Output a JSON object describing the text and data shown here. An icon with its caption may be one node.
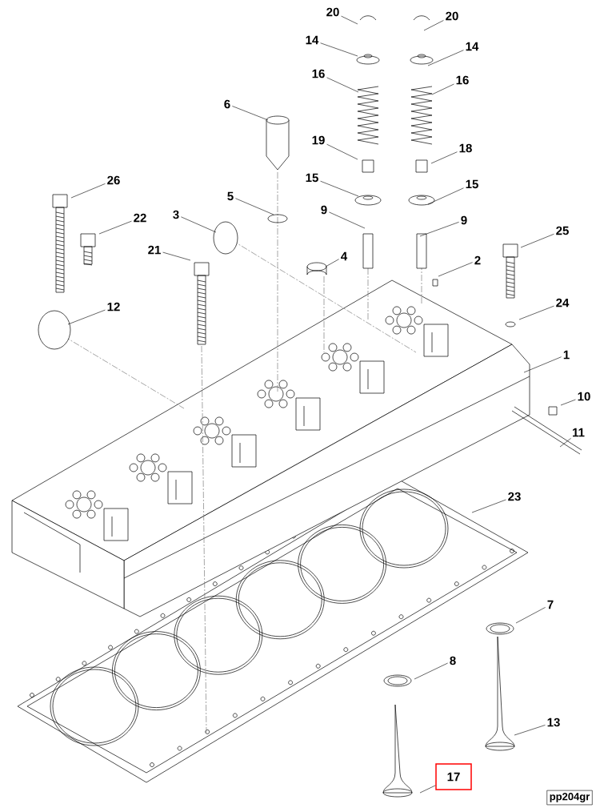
{
  "diagram": {
    "nodes": [
      {
        "text": [
          "20"
        ]
      },
      {
        "text": [
          "20"
        ]
      },
      {
        "text": [
          "14"
        ]
      },
      {
        "text": [
          "14"
        ]
      },
      {
        "text": [
          "16"
        ]
      },
      {
        "text": [
          "16"
        ]
      },
      {
        "text": [
          "6"
        ]
      },
      {
        "text": [
          "19"
        ]
      },
      {
        "text": [
          "18"
        ]
      },
      {
        "text": [
          "26"
        ]
      },
      {
        "text": [
          "15"
        ]
      },
      {
        "text": [
          "15"
        ]
      },
      {
        "text": [
          "5"
        ]
      },
      {
        "text": [
          "3"
        ]
      },
      {
        "text": [
          "22"
        ]
      },
      {
        "text": [
          "9"
        ]
      },
      {
        "text": [
          "9"
        ]
      },
      {
        "text": [
          "25"
        ]
      },
      {
        "text": [
          "21"
        ]
      },
      {
        "text": [
          "4"
        ]
      },
      {
        "text": [
          "2"
        ]
      },
      {
        "text": [
          "12"
        ]
      },
      {
        "text": [
          "24"
        ]
      },
      {
        "text": [
          "1"
        ]
      },
      {
        "text": [
          "10"
        ]
      },
      {
        "text": [
          "11"
        ]
      },
      {
        "text": [
          "23"
        ]
      },
      {
        "text": [
          "7"
        ]
      },
      {
        "text": [
          "8"
        ]
      },
      {
        "text": [
          "13"
        ]
      },
      {
        "text": [
          "17"
        ]
      }
    ],
    "edges": [
      {
        "from": 0,
        "to": null,
        "arrow": "none"
      },
      {
        "from": 1,
        "to": null,
        "arrow": "none"
      },
      {
        "from": 2,
        "to": null,
        "arrow": "none"
      },
      {
        "from": 3,
        "to": null,
        "arrow": "none"
      },
      {
        "from": 4,
        "to": null,
        "arrow": "none"
      },
      {
        "from": 5,
        "to": null,
        "arrow": "none"
      },
      {
        "from": 6,
        "to": null,
        "arrow": "none"
      },
      {
        "from": 7,
        "to": null,
        "arrow": "none"
      },
      {
        "from": 8,
        "to": null,
        "arrow": "none"
      },
      {
        "from": 9,
        "to": null,
        "arrow": "none"
      },
      {
        "from": 10,
        "to": null,
        "arrow": "none"
      },
      {
        "from": 11,
        "to": null,
        "arrow": "none"
      },
      {
        "from": 12,
        "to": null,
        "arrow": "none"
      },
      {
        "from": 13,
        "to": null,
        "arrow": "none"
      },
      {
        "from": 14,
        "to": null,
        "arrow": "none"
      },
      {
        "from": 15,
        "to": null,
        "arrow": "none"
      },
      {
        "from": 16,
        "to": null,
        "arrow": "none"
      },
      {
        "from": 17,
        "to": null,
        "arrow": "none"
      },
      {
        "from": 18,
        "to": null,
        "arrow": "none"
      },
      {
        "from": 19,
        "to": null,
        "arrow": "none"
      },
      {
        "from": 20,
        "to": null,
        "arrow": "none"
      },
      {
        "from": 21,
        "to": null,
        "arrow": "none"
      },
      {
        "from": 22,
        "to": null,
        "arrow": "none"
      },
      {
        "from": 23,
        "to": null,
        "arrow": "none"
      },
      {
        "from": 24,
        "to": null,
        "arrow": "none"
      },
      {
        "from": 25,
        "to": null,
        "arrow": "none"
      },
      {
        "from": 26,
        "to": null,
        "arrow": "none"
      },
      {
        "from": 27,
        "to": null,
        "arrow": "none"
      },
      {
        "from": 28,
        "to": null,
        "arrow": "none"
      },
      {
        "from": 29,
        "to": null,
        "arrow": "none"
      },
      {
        "from": 30,
        "to": null,
        "arrow": "none"
      }
    ],
    "labels": [
      "pp204gr"
    ]
  }
}
